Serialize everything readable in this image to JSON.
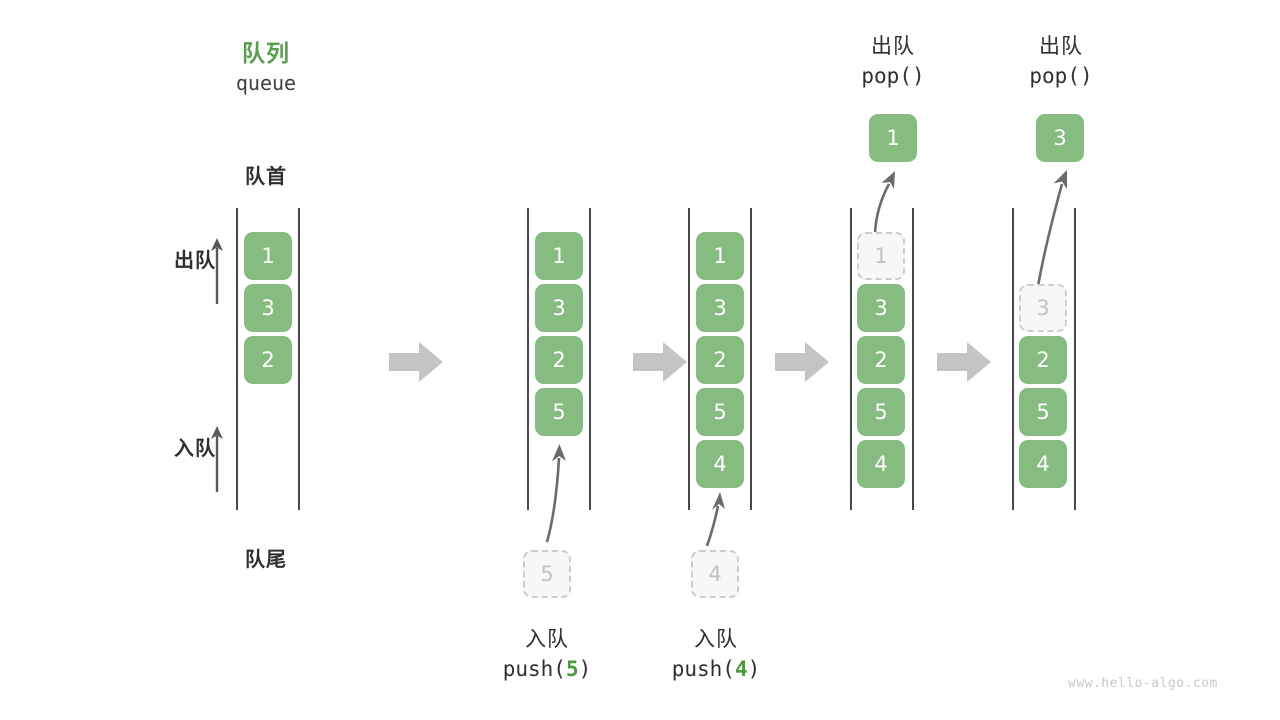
{
  "diagram": {
    "title_cn": "队列",
    "title_code": "queue",
    "front_label": "队首",
    "rear_label": "队尾",
    "dequeue_label": "出队",
    "enqueue_label": "入队",
    "watermark": "www.hello-algo.com",
    "accent_green": "#5C9C52",
    "cell_green": "#86BC80",
    "ghost_gray": "#c2c2c2",
    "arrow_gray": "#C4C4C4"
  },
  "stages": [
    {
      "name": "initial",
      "cells": [
        "1",
        "3",
        "2"
      ],
      "ghost_index": null,
      "caption_cn": "",
      "caption_code": "",
      "input_ghost": null,
      "output_cell": null,
      "output_caption_cn": "",
      "output_caption_code": ""
    },
    {
      "name": "push-5",
      "cells": [
        "1",
        "3",
        "2",
        "5"
      ],
      "ghost_index": null,
      "caption_cn": "入队",
      "caption_code_prefix": "push(",
      "caption_code_num": "5",
      "caption_code_suffix": ")",
      "input_ghost": "5",
      "output_cell": null
    },
    {
      "name": "push-4",
      "cells": [
        "1",
        "3",
        "2",
        "5",
        "4"
      ],
      "ghost_index": null,
      "caption_cn": "入队",
      "caption_code_prefix": "push(",
      "caption_code_num": "4",
      "caption_code_suffix": ")",
      "input_ghost": "4",
      "output_cell": null
    },
    {
      "name": "pop-1",
      "cells": [
        "1",
        "3",
        "2",
        "5",
        "4"
      ],
      "ghost_index": 0,
      "output_cell": "1",
      "output_caption_cn": "出队",
      "output_caption_code": "pop()"
    },
    {
      "name": "pop-3",
      "cells": [
        "3",
        "2",
        "5",
        "4"
      ],
      "ghost_index": 0,
      "ghost_row": 1,
      "output_cell": "3",
      "output_caption_cn": "出队",
      "output_caption_code": "pop()"
    }
  ]
}
